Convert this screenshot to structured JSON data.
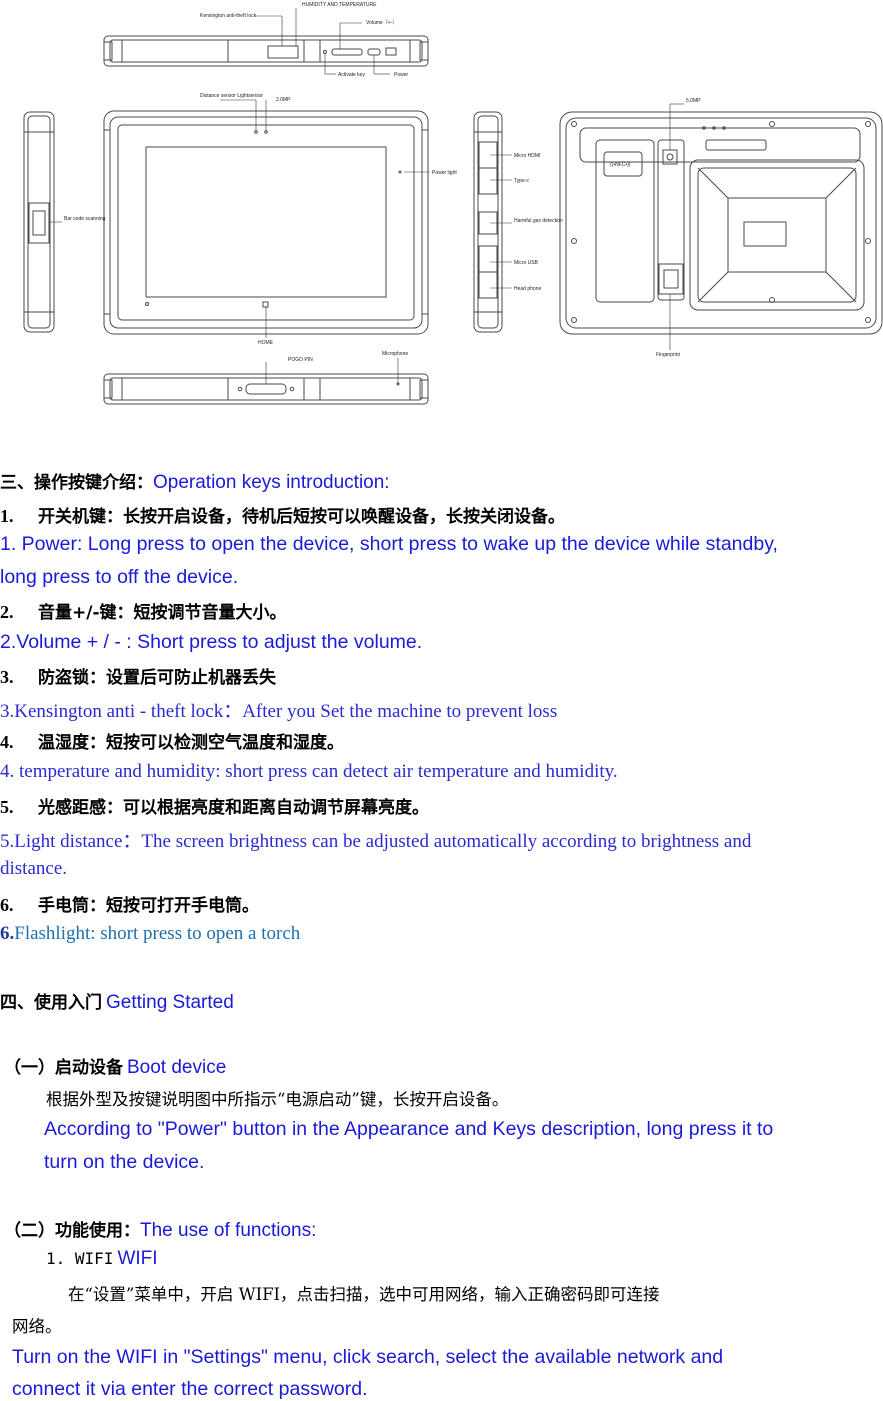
{
  "figure": {
    "top_view_labels": {
      "kensington": "Kensington anti-theft lock",
      "humidity": "HUMIDITY AND TEMPERATURE",
      "volume": "Volume（+-）",
      "activate": "Activate key",
      "power": "Power"
    },
    "front_view_labels": {
      "distance": "Distance sensor Lightsensor",
      "camera_front": "2.0MP",
      "power_light": "Power light",
      "home": "HOME",
      "barcode": "Bar code scanning"
    },
    "side_view_labels": {
      "hdmi": "Micro HDMI",
      "typec": "Type-c",
      "harmful": "Harmful gas detection",
      "microusb": "Micro USB",
      "headphone": "Head phone"
    },
    "back_view_labels": {
      "camera_back": "5.0MP",
      "nfc": "((•NFC•))",
      "fingerprint": "Fingerprint"
    },
    "bottom_view_labels": {
      "pogo": "POGO PIN",
      "microphone": "Microphone"
    }
  },
  "section3": {
    "heading_zh": "三、操作按键介绍：",
    "heading_en": "Operation keys introduction:",
    "items": [
      {
        "num": "1.",
        "zh": "开关机键：长按开启设备，待机后短按可以唤醒设备，长按关闭设备。",
        "en_line1": "1. Power: Long press to open the device, short press to wake up the device while standby,",
        "en_line2": "long press to off the device."
      },
      {
        "num": "2.",
        "zh": "音量+/-键：短按调节音量大小。",
        "en_line1": "2.Volume + / - : Short press to adjust the volume."
      },
      {
        "num": "3.",
        "zh": "防盗锁：设置后可防止机器丢失",
        "en_line1": "3.Kensington anti - theft lock：After you Set the machine to prevent loss"
      },
      {
        "num": "4.",
        "zh": "温湿度：短按可以检测空气温度和湿度。",
        "en_line1": "4. temperature and humidity: short press can detect air temperature and humidity."
      },
      {
        "num": "5.",
        "zh": "光感距感：可以根据亮度和距离自动调节屏幕亮度。",
        "en_line1": "5.Light distance：The screen brightness can be adjusted automatically according to brightness and",
        "en_line2": "distance."
      },
      {
        "num": "6.",
        "zh": "手电筒：短按可打开手电筒。",
        "en_num": "6.",
        "en_line1": "Flashlight: short press to open a torch"
      }
    ]
  },
  "section4": {
    "heading_zh": "四、使用入门",
    "heading_en": "Getting Started",
    "sub1": {
      "heading_zh": "（一）启动设备",
      "heading_en": "Boot device",
      "body_zh": "根据外型及按键说明图中所指示“电源启动”键，长按开启设备。",
      "body_en_line1": "According to \"Power\" button in the Appearance and Keys description, long press it to",
      "body_en_line2": "turn on the device."
    },
    "sub2": {
      "heading_zh": "（二）功能使用：",
      "heading_en": "The use of functions:",
      "item1_num": "1. WIFI",
      "item1_en": "WIFI",
      "body_zh_line1": "在“设置”菜单中，开启 WIFI，点击扫描，选中可用网络，输入正确密码即可连接",
      "body_zh_line2": "网络。",
      "body_en_line1": "Turn on the WIFI in \"Settings\" menu, click search, select the available network and",
      "body_en_line2": "connect it via enter the correct password."
    }
  }
}
